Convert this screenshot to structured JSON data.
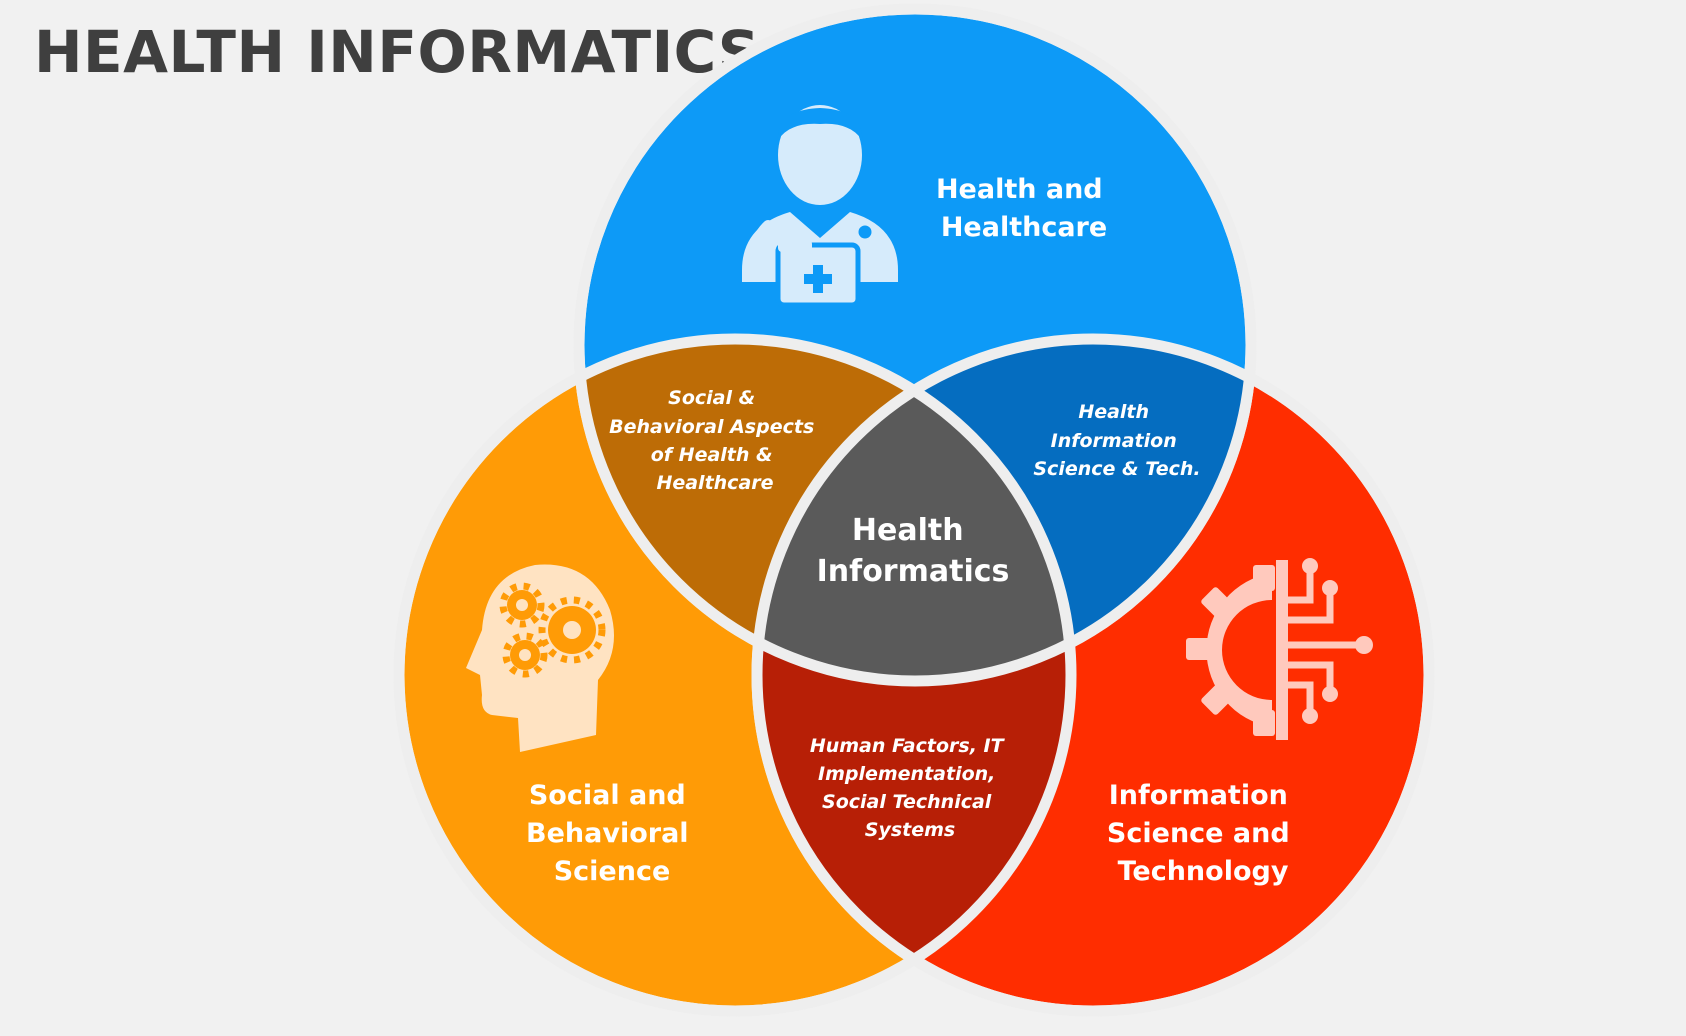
{
  "title": "HEALTH INFORMATICS",
  "circles": {
    "top": {
      "line1": "Health and",
      "line2": "Healthcare",
      "icon": "doctor-icon",
      "color": "#0d9af7"
    },
    "left": {
      "line1": "Social and",
      "line2": "Behavioral",
      "line3": "Science",
      "icon": "head-gears-icon",
      "color": "#ff9b06"
    },
    "right": {
      "line1": "Information",
      "line2": "Science and",
      "line3": "Technology",
      "icon": "gear-circuit-icon",
      "color": "#ff2d00"
    }
  },
  "intersections": {
    "top_left": {
      "line1": "Social &",
      "line2": "Behavioral Aspects",
      "line3": "of Health &",
      "line4": "Healthcare",
      "color": "#bd6c06"
    },
    "top_right": {
      "line1": "Health",
      "line2": "Information",
      "line3": "Science & Tech.",
      "color": "#056dc0"
    },
    "left_right": {
      "line1": "Human Factors, IT",
      "line2": "Implementation,",
      "line3": "Social Technical",
      "line4": "Systems",
      "color": "#b71f06"
    },
    "center": {
      "line1": "Health",
      "line2": "Informatics",
      "color": "#5a5a5a"
    }
  },
  "outline_color": "#eeeeee"
}
